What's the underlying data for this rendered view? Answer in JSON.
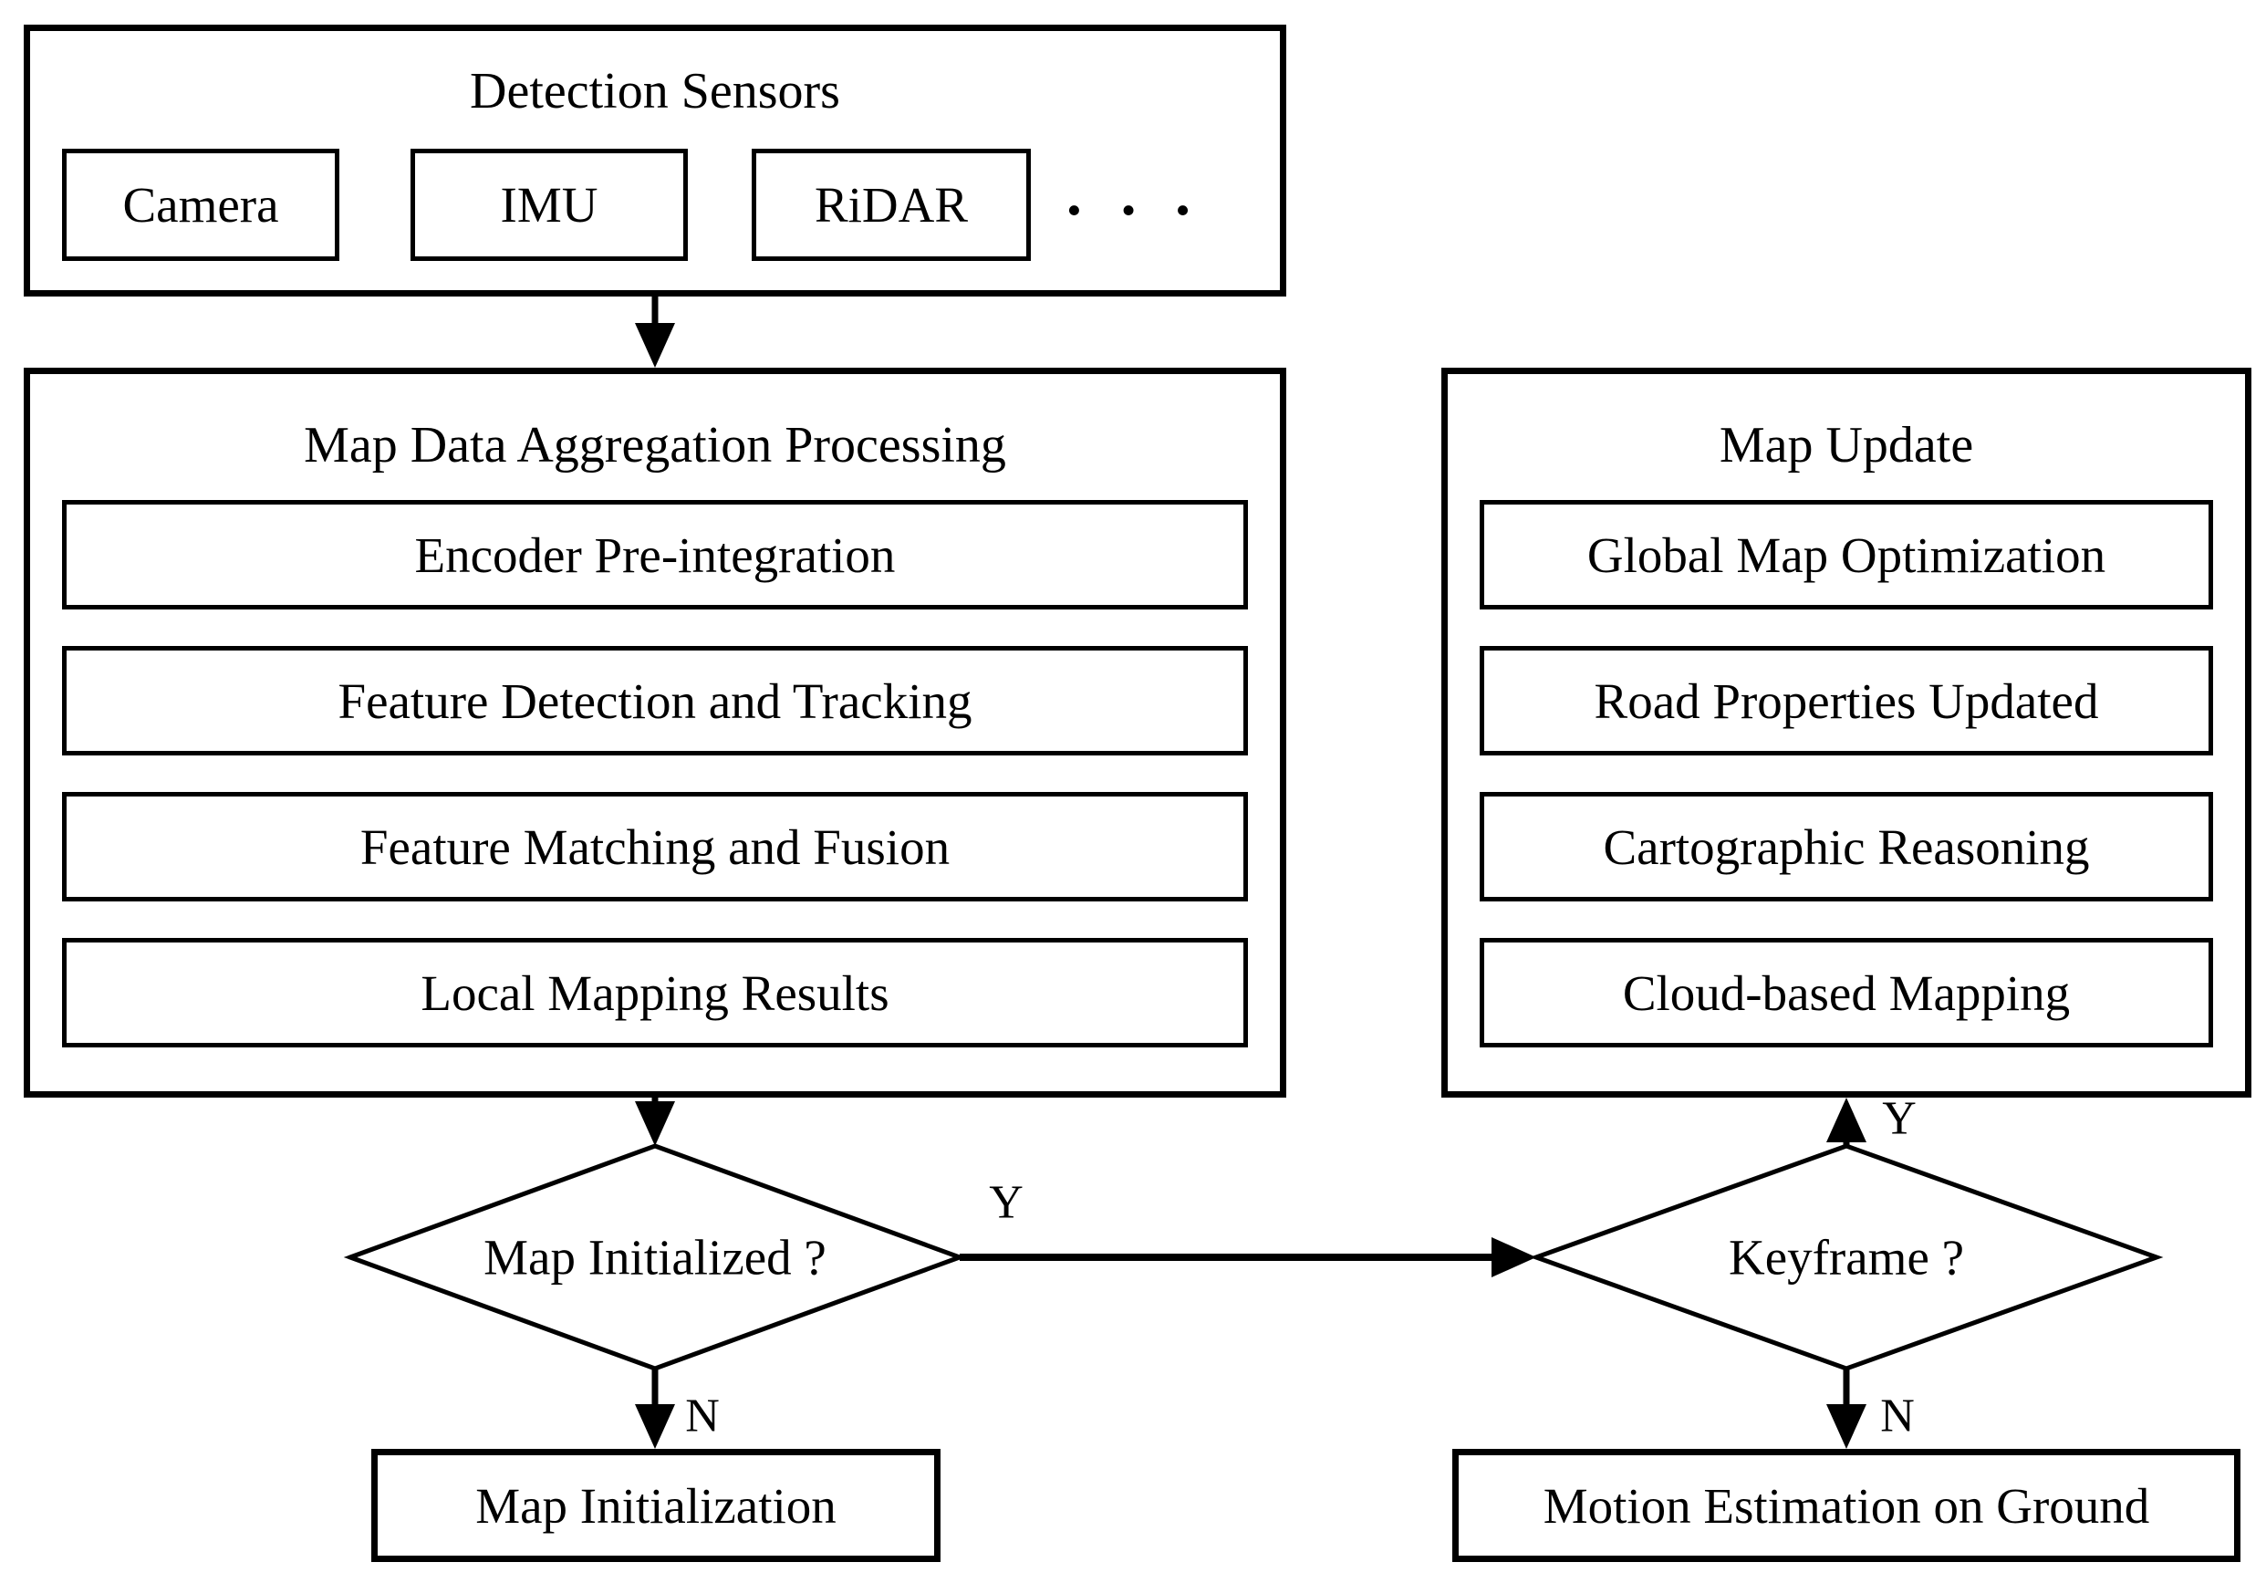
{
  "colors": {
    "stroke": "#000000",
    "background": "#ffffff"
  },
  "sensors": {
    "title": "Detection Sensors",
    "items": [
      {
        "label": "Camera"
      },
      {
        "label": "IMU"
      },
      {
        "label": "RiDAR"
      }
    ],
    "ellipsis": "• • •"
  },
  "aggregation": {
    "title": "Map Data Aggregation Processing",
    "steps": [
      {
        "label": "Encoder Pre-integration"
      },
      {
        "label": "Feature Detection and Tracking"
      },
      {
        "label": "Feature Matching and Fusion"
      },
      {
        "label": "Local Mapping Results"
      }
    ]
  },
  "map_update": {
    "title": "Map Update",
    "steps": [
      {
        "label": "Global Map Optimization"
      },
      {
        "label": "Road Properties Updated"
      },
      {
        "label": "Cartographic Reasoning"
      },
      {
        "label": "Cloud-based Mapping"
      }
    ]
  },
  "decision_map_initialized": {
    "label": "Map Initialized ?",
    "yes_label": "Y",
    "no_label": "N"
  },
  "decision_keyframe": {
    "label": "Keyframe ?",
    "yes_label": "Y",
    "no_label": "N"
  },
  "result_map_initialization": {
    "label": "Map Initialization"
  },
  "result_motion_estimation": {
    "label": "Motion Estimation on Ground"
  }
}
